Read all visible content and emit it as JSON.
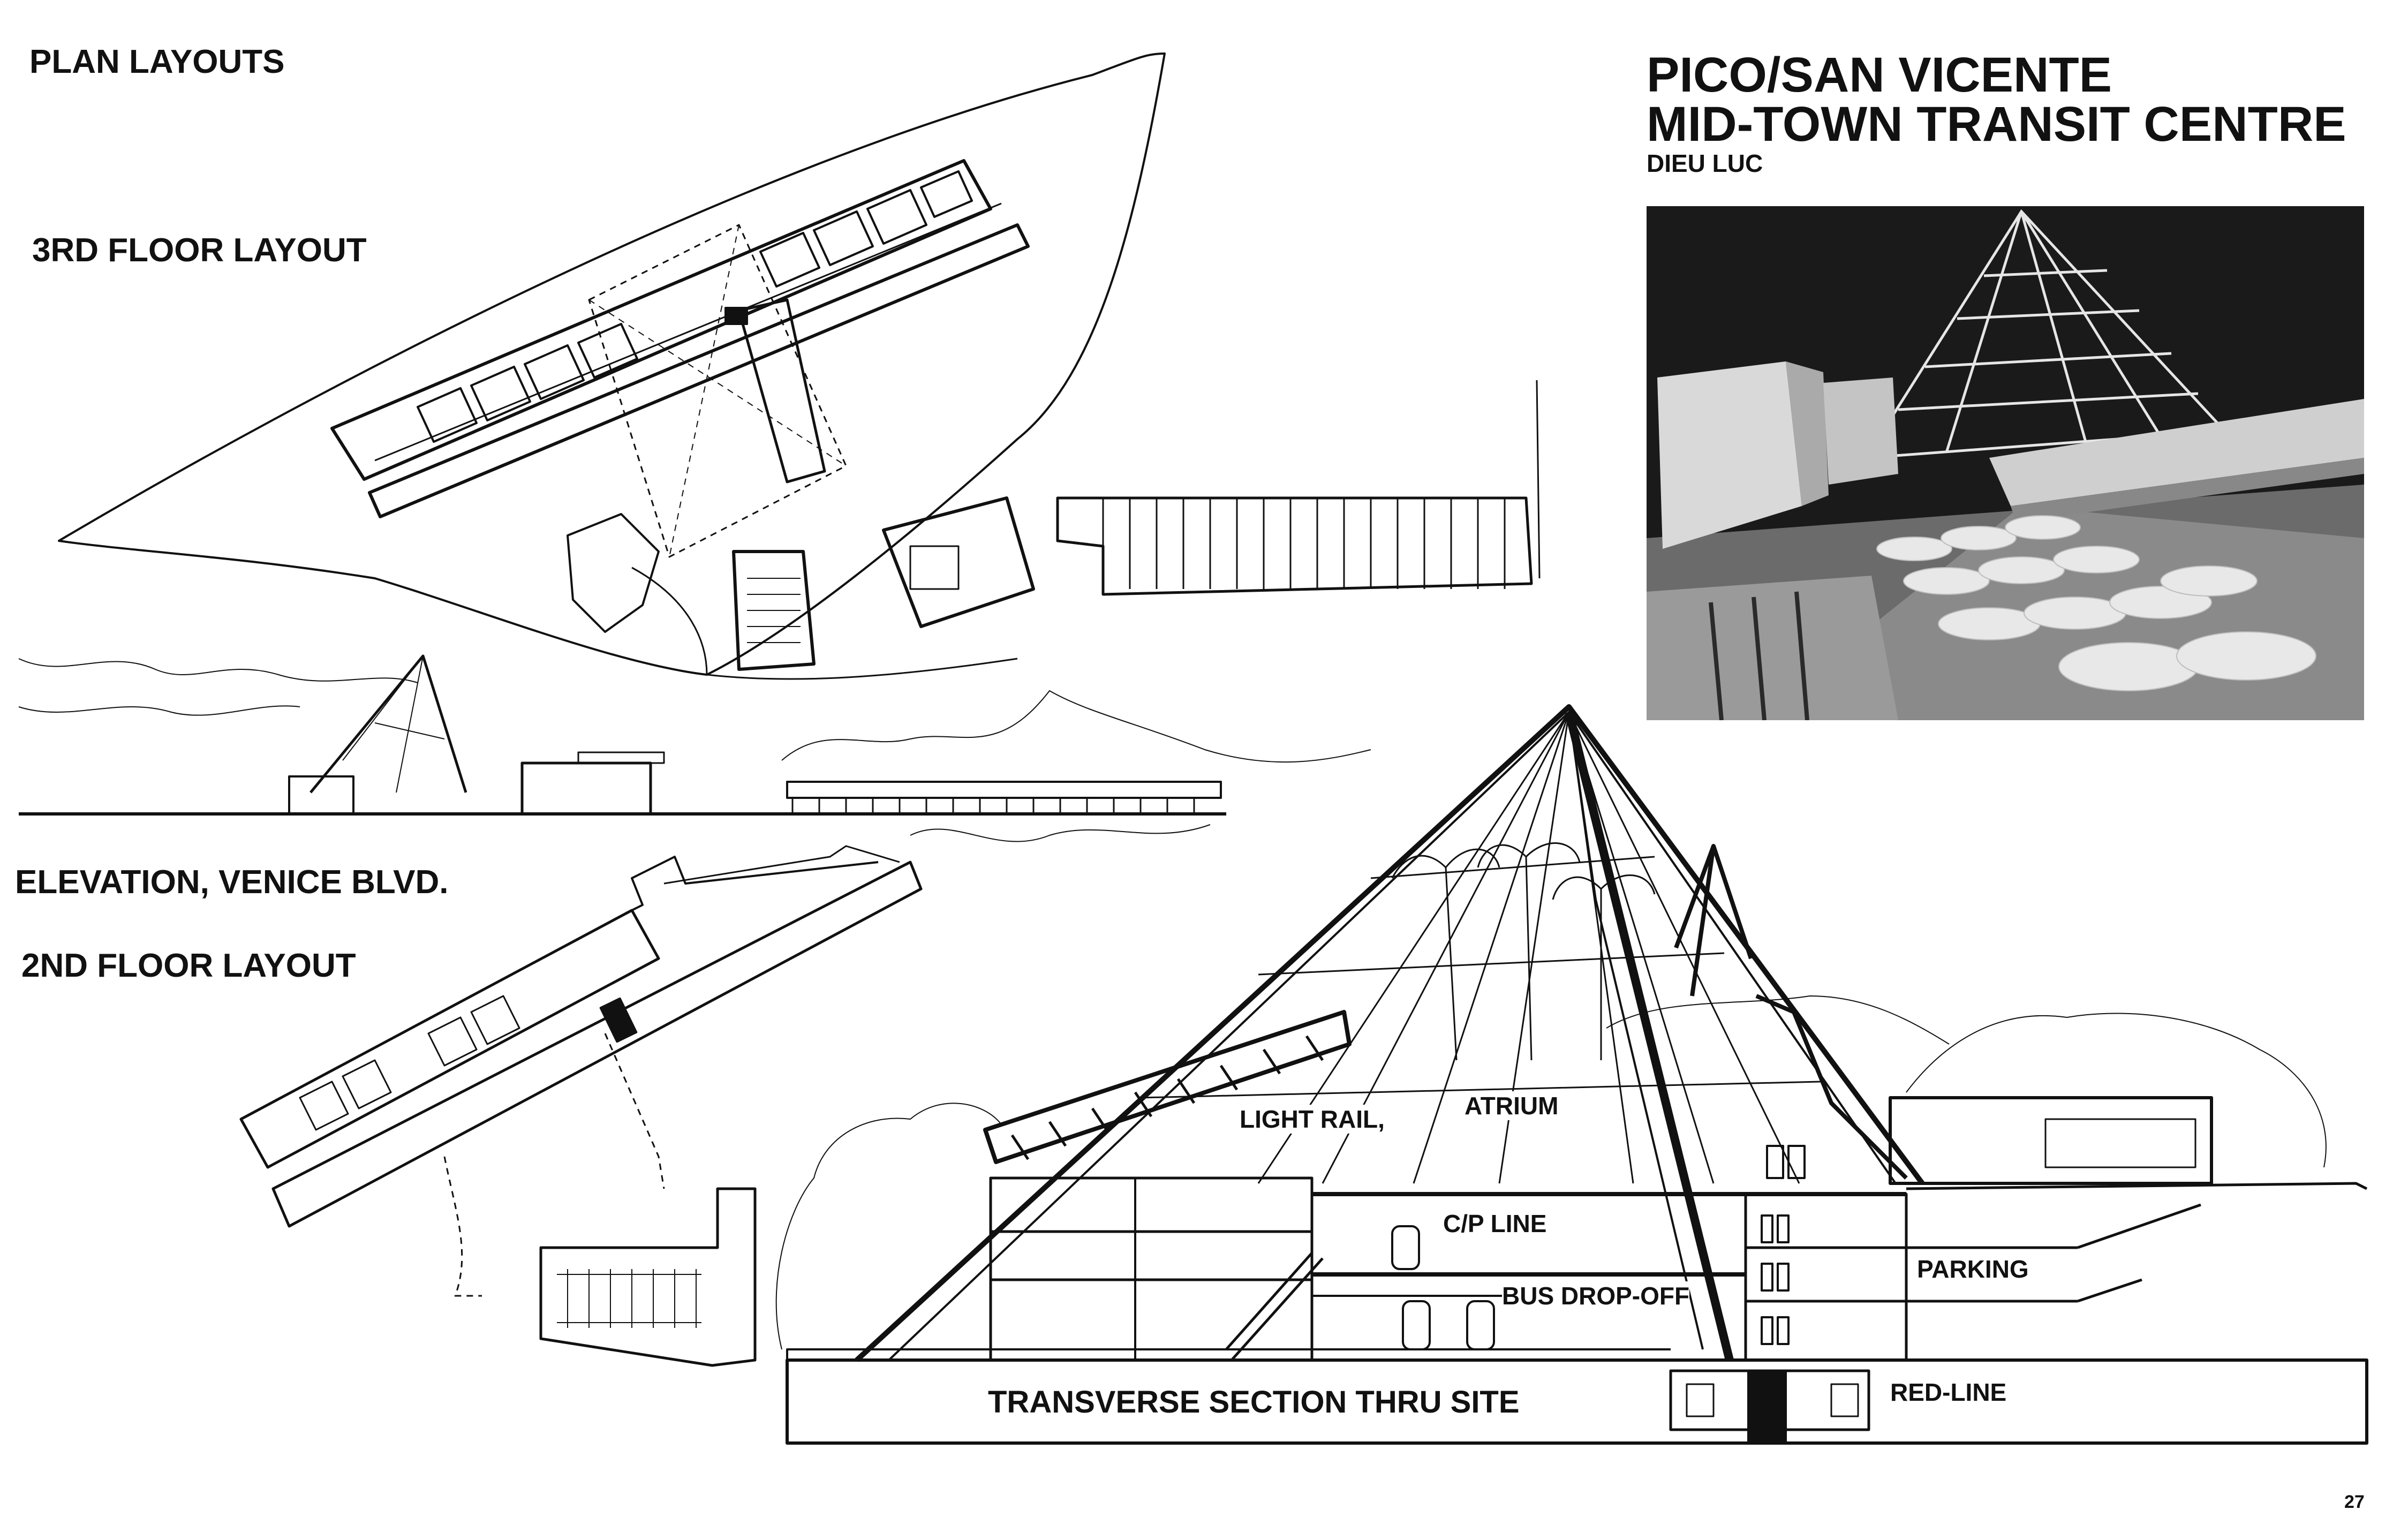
{
  "sheet": {
    "title_line1": "PICO/SAN VICENTE",
    "title_line2": "MID-TOWN TRANSIT CENTRE",
    "author": "DIEU LUC",
    "page_number": "27"
  },
  "panels": {
    "plan_layouts": "PLAN LAYOUTS",
    "third_floor": "3RD FLOOR LAYOUT",
    "elevation": "ELEVATION, VENICE BLVD.",
    "second_floor": "2ND FLOOR LAYOUT",
    "section_title": "TRANSVERSE SECTION THRU SITE"
  },
  "section_labels": {
    "light_rail": "LIGHT RAIL,",
    "atrium": "ATRIUM",
    "cp_line": "C/P LINE",
    "bus_dropoff": "BUS DROP-OFF",
    "parking": "PARKING",
    "red_line": "RED-LINE"
  },
  "colors": {
    "ink": "#111111",
    "paper": "#ffffff",
    "photo_bg": "#1a1a1a"
  }
}
